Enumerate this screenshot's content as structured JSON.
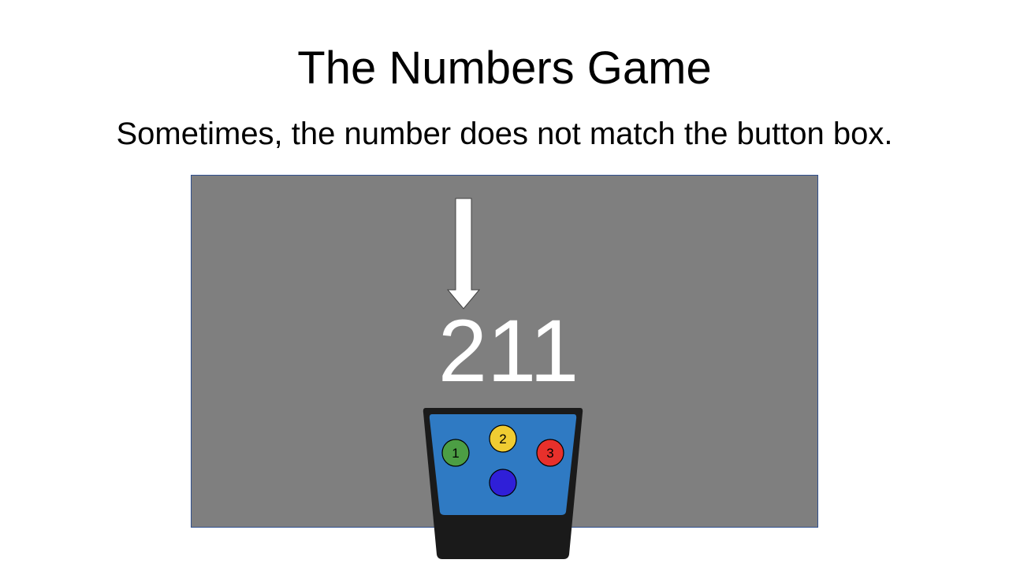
{
  "slide": {
    "title": "The Numbers Game",
    "subtitle": "Sometimes, the number does not match the button box."
  },
  "game": {
    "stimulus_number": "211",
    "background_color": "#7f7f7f",
    "arrow_icon": "down-arrow-icon",
    "button_box": {
      "body_color": "#1a1a1a",
      "panel_color": "#2f7ac3",
      "buttons": [
        {
          "label": "1",
          "color": "#4c9e44"
        },
        {
          "label": "2",
          "color": "#f0cc32"
        },
        {
          "label": "3",
          "color": "#e8302b"
        },
        {
          "label": "",
          "color": "#2f1fd8"
        }
      ]
    }
  }
}
